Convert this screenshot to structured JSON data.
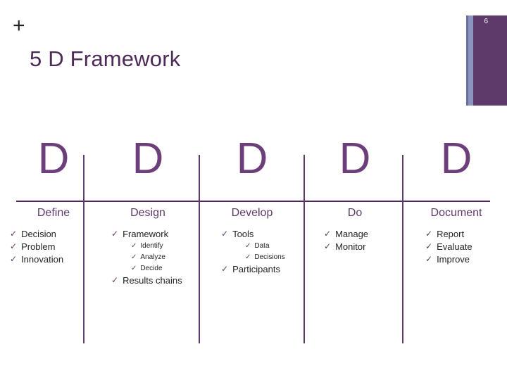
{
  "header": {
    "plus": "+",
    "title": "5 D Framework",
    "slide_number": "6"
  },
  "colors": {
    "purple": "#5d3a69",
    "title_purple": "#4c2a57",
    "big_letter": "#6c3f7a",
    "band": "#5d3a69",
    "stripe": "#8b93bf"
  },
  "icons": {
    "check": "✓"
  },
  "columns": [
    {
      "letter": "D",
      "label": "Define",
      "bullets": [
        {
          "level": 1,
          "text": "Decision"
        },
        {
          "level": 1,
          "text": "Problem"
        },
        {
          "level": 1,
          "text": "Innovation"
        }
      ]
    },
    {
      "letter": "D",
      "label": "Design",
      "bullets": [
        {
          "level": 1,
          "text": "Framework"
        },
        {
          "level": 2,
          "text": "Identify"
        },
        {
          "level": 2,
          "text": "Analyze"
        },
        {
          "level": 2,
          "text": "Decide"
        },
        {
          "level": 1,
          "text": "Results chains"
        }
      ]
    },
    {
      "letter": "D",
      "label": "Develop",
      "bullets": [
        {
          "level": 1,
          "text": "Tools"
        },
        {
          "level": 2,
          "text": "Data"
        },
        {
          "level": 2,
          "text": "Decisions"
        },
        {
          "level": 1,
          "text": "Participants"
        }
      ]
    },
    {
      "letter": "D",
      "label": "Do",
      "bullets": [
        {
          "level": 1,
          "text": "Manage"
        },
        {
          "level": 1,
          "text": "Monitor"
        }
      ]
    },
    {
      "letter": "D",
      "label": "Document",
      "bullets": [
        {
          "level": 1,
          "text": "Report"
        },
        {
          "level": 1,
          "text": "Evaluate"
        },
        {
          "level": 1,
          "text": "Improve"
        }
      ]
    }
  ]
}
